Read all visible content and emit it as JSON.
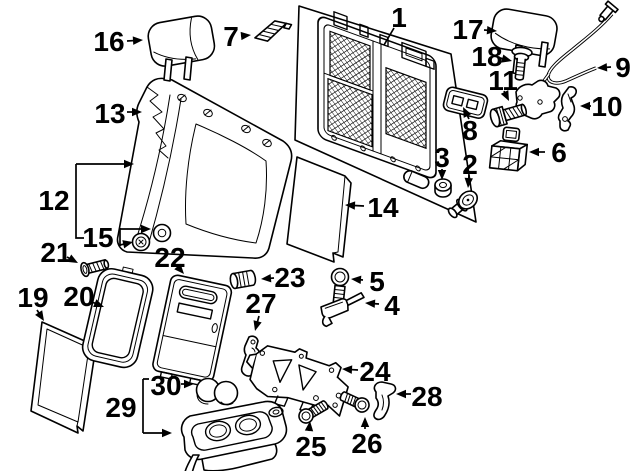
{
  "diagram": {
    "background_color": "#ffffff",
    "line_color": "#000000",
    "callouts": [
      {
        "label": "1"
      },
      {
        "label": "2"
      },
      {
        "label": "3"
      },
      {
        "label": "4"
      },
      {
        "label": "5"
      },
      {
        "label": "6"
      },
      {
        "label": "7"
      },
      {
        "label": "8"
      },
      {
        "label": "9"
      },
      {
        "label": "10"
      },
      {
        "label": "11"
      },
      {
        "label": "12"
      },
      {
        "label": "13"
      },
      {
        "label": "14"
      },
      {
        "label": "15"
      },
      {
        "label": "16"
      },
      {
        "label": "17"
      },
      {
        "label": "18"
      },
      {
        "label": "19"
      },
      {
        "label": "20"
      },
      {
        "label": "21"
      },
      {
        "label": "22"
      },
      {
        "label": "23"
      },
      {
        "label": "24"
      },
      {
        "label": "25"
      },
      {
        "label": "26"
      },
      {
        "label": "27"
      },
      {
        "label": "28"
      },
      {
        "label": "29"
      },
      {
        "label": "30"
      }
    ]
  }
}
